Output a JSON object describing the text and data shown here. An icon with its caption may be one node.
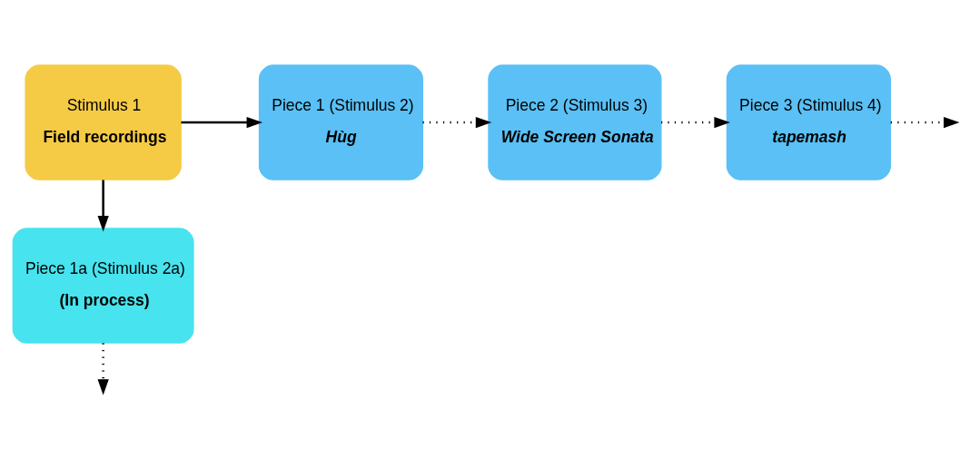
{
  "diagram": {
    "nodes": [
      {
        "text": [
          "Stimulus 1",
          "Field recordings"
        ]
      },
      {
        "text": [
          "Piece 1 (Stimulus 2)",
          "Hùg"
        ]
      },
      {
        "text": [
          "Piece 2 (Stimulus 3)",
          "Wide Screen Sonata"
        ]
      },
      {
        "text": [
          "Piece 3 (Stimulus 4)",
          "tapemash"
        ]
      },
      {
        "text": [
          "Piece 1a (Stimulus 2a)",
          "(In process)"
        ]
      }
    ],
    "edges": [
      {
        "from": 0,
        "to": 1,
        "arrow": "to"
      },
      {
        "from": 1,
        "to": 2,
        "arrow": "to",
        "style": "dashed"
      },
      {
        "from": 2,
        "to": 3,
        "arrow": "to",
        "style": "dashed"
      },
      {
        "from": 3,
        "to": null,
        "arrow": "to",
        "style": "dashed"
      },
      {
        "from": 0,
        "to": 4,
        "arrow": "to"
      },
      {
        "from": 4,
        "to": null,
        "arrow": "to",
        "style": "dashed"
      }
    ]
  }
}
